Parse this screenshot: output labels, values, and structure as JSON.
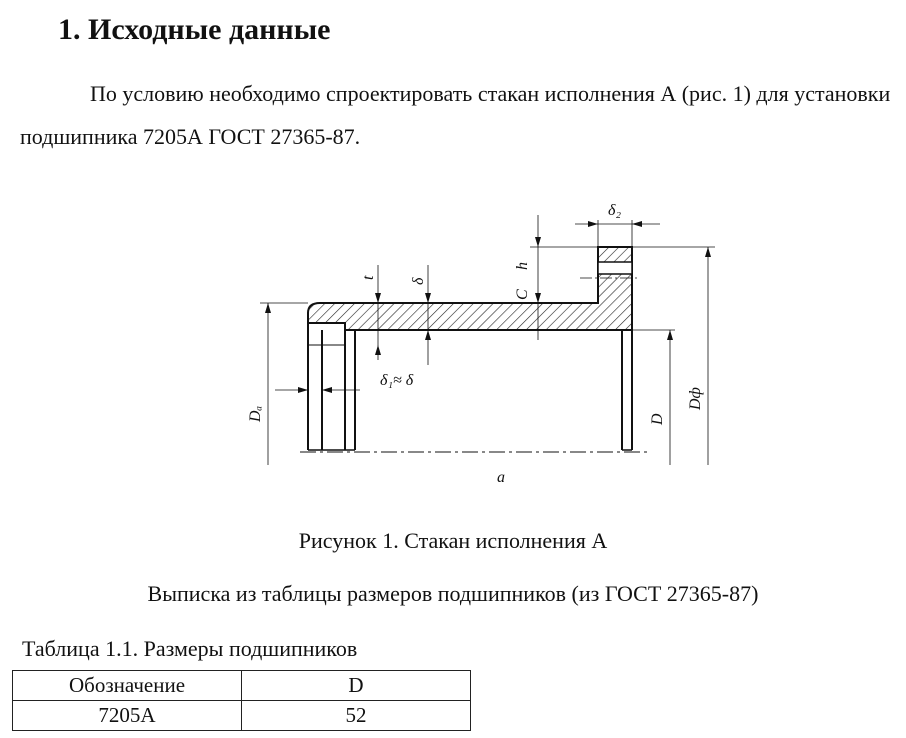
{
  "document": {
    "heading": "1. Исходные данные",
    "paragraph": "По условию необходимо спроектировать стакан исполнения А (рис. 1) для установки подшипника 7205А ГОСТ 27365-87.",
    "figure_caption": "Рисунок 1. Стакан исполнения А",
    "extract_caption": "Выписка из таблицы размеров подшипников (из ГОСТ 27365-87)",
    "table_title": "Таблица 1.1. Размеры подшипников"
  },
  "drawing_labels": {
    "delta2": "δ₂",
    "h": "h",
    "C": "C",
    "t": "t",
    "delta": "δ",
    "delta1": "δ₁≈ δ",
    "Da": "Dₐ",
    "D": "D",
    "Dph": "Dф",
    "a": "a"
  },
  "table": {
    "headers": [
      "Обозначение",
      "D"
    ],
    "rows": [
      [
        "7205А",
        "52"
      ]
    ]
  }
}
